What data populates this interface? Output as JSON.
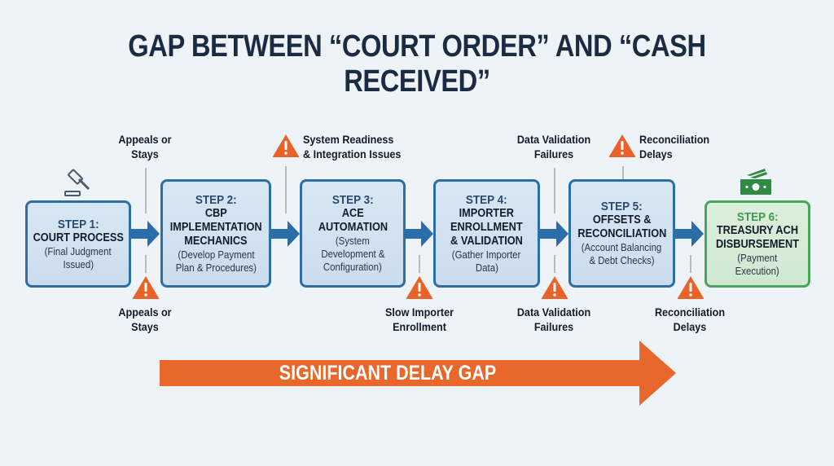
{
  "title": "GAP BETWEEN “COURT ORDER” AND “CASH RECEIVED”",
  "colors": {
    "background": "#eef3f8",
    "step_border": "#2e6ea4",
    "step_fill": "#d3e3f2",
    "final_border": "#4ba45e",
    "final_fill": "#d6ecd6",
    "connector_arrow": "#2b6da8",
    "warning": "#e8622a",
    "delay_arrow": "#e8672a",
    "title_text": "#1a2b42"
  },
  "steps": [
    {
      "label": "STEP 1:",
      "title": [
        "COURT PROCESS"
      ],
      "desc": [
        "(Final Judgment",
        "Issued)"
      ],
      "icon": "gavel-icon"
    },
    {
      "label": "STEP 2:",
      "title": [
        "CBP",
        "IMPLEMENTATION",
        "MECHANICS"
      ],
      "desc": [
        "(Develop Payment",
        "Plan & Procedures)"
      ]
    },
    {
      "label": "STEP 3:",
      "title": [
        "ACE",
        "AUTOMATION"
      ],
      "desc": [
        "(System",
        "Development &",
        "Configuration)"
      ]
    },
    {
      "label": "STEP 4:",
      "title": [
        "IMPORTER",
        "ENROLLMENT",
        "& VALIDATION"
      ],
      "desc": [
        "(Gather Importer",
        "Data)"
      ]
    },
    {
      "label": "STEP 5:",
      "title": [
        "OFFSETS &",
        "RECONCILIATION"
      ],
      "desc": [
        "(Account Balancing",
        "& Debt Checks)"
      ]
    },
    {
      "label": "STEP 6:",
      "title": [
        "TREASURY ACH",
        "DISBURSEMENT"
      ],
      "desc": [
        "(Payment",
        "Execution)"
      ],
      "icon": "money-icon"
    }
  ],
  "risks_top": [
    {
      "text": [
        "Appeals or",
        "Stays"
      ],
      "warning_icon": false
    },
    {
      "text": [
        "System Readiness",
        "& Integration Issues"
      ],
      "warning_icon": true
    },
    {
      "text": [
        "Data Validation",
        "Failures"
      ],
      "warning_icon": false
    },
    {
      "text": [
        "Reconciliation",
        "Delays"
      ],
      "warning_icon": true
    }
  ],
  "risks_bottom": [
    {
      "text": [
        "Appeals or",
        "Stays"
      ],
      "warning_icon": true
    },
    {
      "text": [
        "Slow Importer",
        "Enrollment"
      ],
      "warning_icon": true
    },
    {
      "text": [
        "Data Validation",
        "Failures"
      ],
      "warning_icon": true
    },
    {
      "text": [
        "Reconciliation",
        "Delays"
      ],
      "warning_icon": true
    }
  ],
  "delay_arrow_label": "SIGNIFICANT DELAY GAP"
}
